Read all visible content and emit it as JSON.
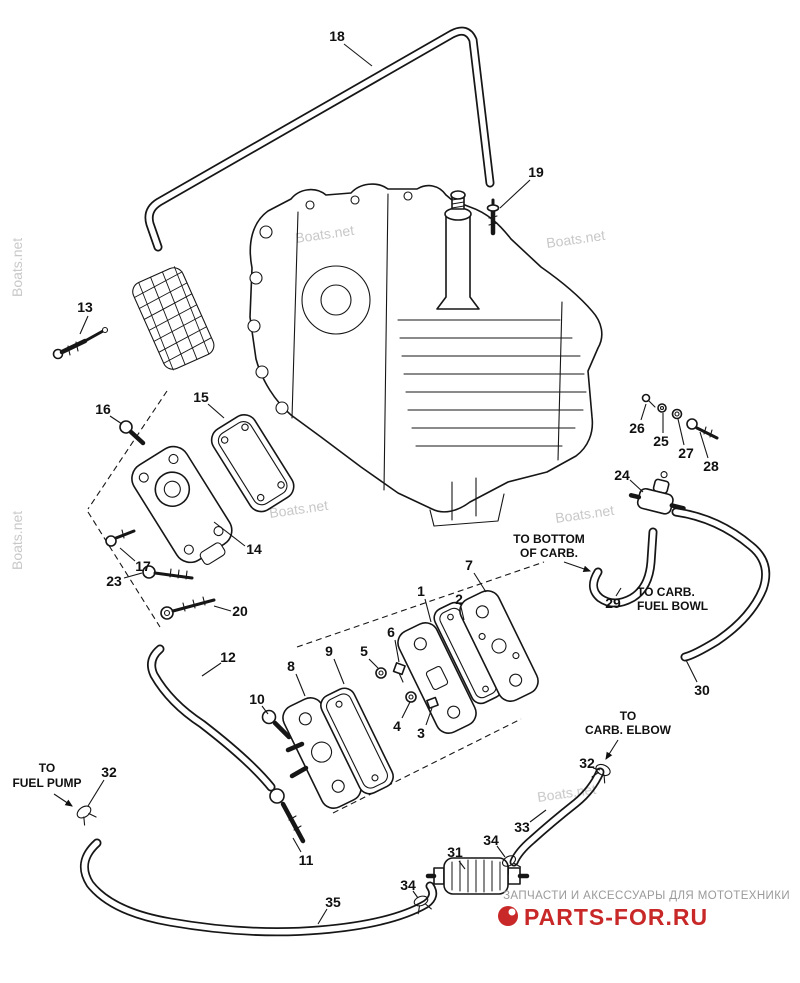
{
  "colors": {
    "line": "#161616",
    "watermark": "#c8c8c8",
    "brand_red": "#c82828",
    "brand_gray": "#9a9a9a",
    "background": "#ffffff"
  },
  "watermark": {
    "text": "Boats.net"
  },
  "callouts": {
    "n18": "18",
    "n19": "19",
    "n13": "13",
    "n16": "16",
    "n15": "15",
    "n14": "14",
    "n17": "17",
    "n23": "23",
    "n20": "20",
    "n26": "26",
    "n25": "25",
    "n27": "27",
    "n28": "28",
    "n24": "24",
    "n29": "29",
    "n30": "30",
    "n12": "12",
    "n10": "10",
    "n8": "8",
    "n9": "9",
    "n5": "5",
    "n6": "6",
    "n1": "1",
    "n2": "2",
    "n7": "7",
    "n4": "4",
    "n3": "3",
    "n11": "11",
    "n32_left": "32",
    "n32_right": "32",
    "n33": "33",
    "n31": "31",
    "n34_top": "34",
    "n34_bottom": "34",
    "n35": "35"
  },
  "annotations": {
    "to_bottom_of_carb": {
      "line1": "TO BOTTOM",
      "line2": "OF CARB."
    },
    "to_carb_fuel_bowl": {
      "line1": "TO CARB.",
      "line2": "FUEL BOWL"
    },
    "to_carb_elbow": {
      "line1": "TO",
      "line2": "CARB. ELBOW"
    },
    "to_fuel_pump": {
      "line1": "TO",
      "line2": "FUEL PUMP"
    }
  },
  "branding": {
    "tagline": "ЗАПЧАСТИ И АКСЕССУАРЫ ДЛЯ МОТОТЕХНИКИ",
    "logo": "PARTS-FOR.RU"
  }
}
